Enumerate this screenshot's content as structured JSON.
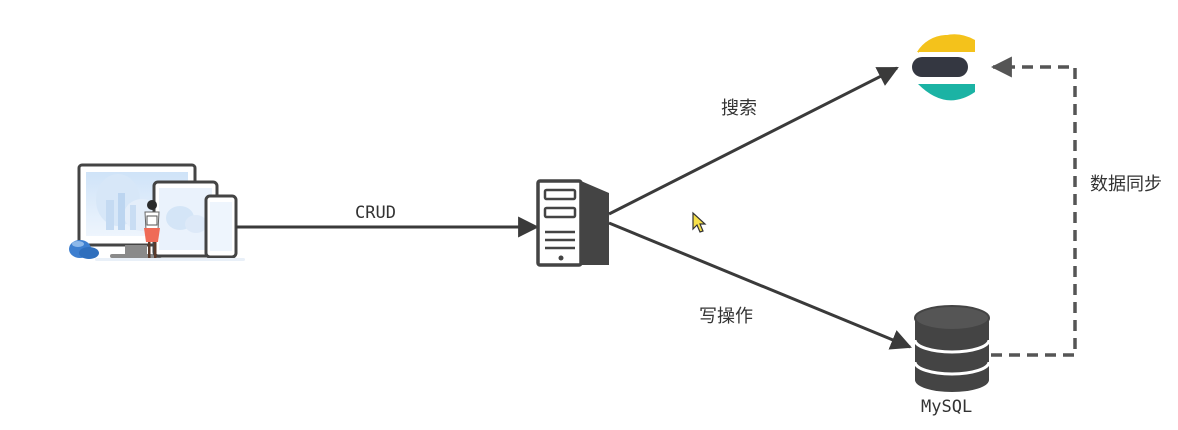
{
  "labels": {
    "crud": "CRUD",
    "search": "搜索",
    "write": "写操作",
    "sync": "数据同步",
    "mysql": "MySQL"
  },
  "icons": {
    "client": "devices-illustration-icon",
    "server": "server-icon",
    "search_engine": "elasticsearch-logo-icon",
    "database": "mysql-database-icon",
    "cursor": "mouse-cursor-icon"
  },
  "colors": {
    "line": "#3a3a3a",
    "dashed": "#555555",
    "es_yellow": "#F4C21B",
    "es_dark": "#343741",
    "es_teal": "#1BB3A4",
    "db": "#444444",
    "server": "#444444"
  }
}
